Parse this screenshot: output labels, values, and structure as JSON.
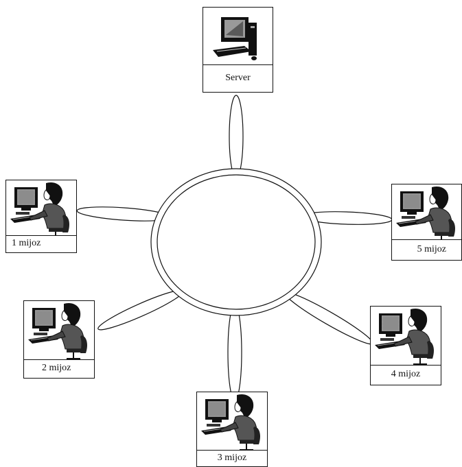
{
  "diagram": {
    "type": "star-ring network",
    "nodes": [
      {
        "id": "server",
        "label": "Server",
        "icon": "server-computer-icon"
      },
      {
        "id": "c1",
        "label": "1 mijoz",
        "icon": "user-at-computer-icon"
      },
      {
        "id": "c2",
        "label": "2 mijoz",
        "icon": "user-at-computer-icon"
      },
      {
        "id": "c3",
        "label": "3 mijoz",
        "icon": "user-at-computer-icon"
      },
      {
        "id": "c4",
        "label": "4 mijoz",
        "icon": "user-at-computer-icon"
      },
      {
        "id": "c5",
        "label": "5 mijoz",
        "icon": "user-at-computer-icon"
      }
    ],
    "links": [
      {
        "from": "ring",
        "to": "server"
      },
      {
        "from": "ring",
        "to": "c1"
      },
      {
        "from": "ring",
        "to": "c2"
      },
      {
        "from": "ring",
        "to": "c3"
      },
      {
        "from": "ring",
        "to": "c4"
      },
      {
        "from": "ring",
        "to": "c5"
      }
    ],
    "colors": {
      "line": "#111111",
      "background": "#ffffff"
    }
  }
}
